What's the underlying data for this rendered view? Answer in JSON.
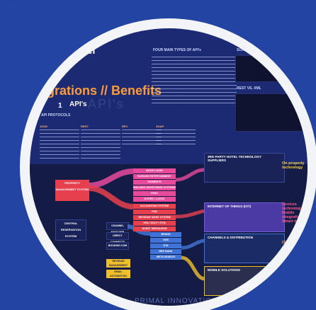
{
  "poster": {
    "brand": "travel",
    "title_line1": "s",
    "title_line2": "egrations // Benefits",
    "section_number": "1",
    "section_title": "API's",
    "section_ghost": "API's",
    "protocols_title": "API PROTOCOLS",
    "four_main_types": "FOUR MAIN TYPES OF API's",
    "soap_vs_rest": "SOAP VS. REST",
    "rest_vs_xml": "REST VS. XML",
    "json_title": "JSON",
    "rest_title": "REST",
    "rpc_title": "RPC",
    "soap_title": "SOAP",
    "central_system": "CENTRAL RESERVATION SYSTEM",
    "property_system": "PROPERTY MANAGEMENT SYSTEM",
    "channel_manager": "CHANNEL MANAGER",
    "direct_connects": "DIRECT CONNECTS",
    "booking_engine": "BOOKING.COM",
    "revenue": "REVENUE MANAGEMENT",
    "email_automation": "EMAIL AUTOMATION",
    "book_labels": [
      "BOOK LOGIN",
      "IN-ROOM ENTERTAINMENT",
      "PAYMENTS",
      "BUILDING MONITORING SYSTEMS",
      "HVAC",
      "DOORS / LOCKS"
    ],
    "bottom_labels": [
      "ACCOUNTING SYSTEM",
      "POS",
      "REVENUE MGMT SYSTEM",
      "SPA / GOLF / GYM",
      "GUEST MESSAGING"
    ],
    "blue_labels": [
      "BRAND",
      "GDS",
      "OTA",
      "BED BANK",
      "META SEARCH"
    ],
    "third_party": "3RD PARTY HOTEL TECHNOLOGY SUPPLIERS",
    "internet_of_things": "INTERNET OF THINGS (IOT)",
    "channels": "CHANNELS & DISTRIBUTION",
    "mobile": "MOBILE SOLUTIONS",
    "right_1": "On property technology",
    "right_2": "Devices technology Mobile Integration Smart device",
    "right_3": "Distribution",
    "footer": "PRIMAL INNOVATIONS"
  }
}
